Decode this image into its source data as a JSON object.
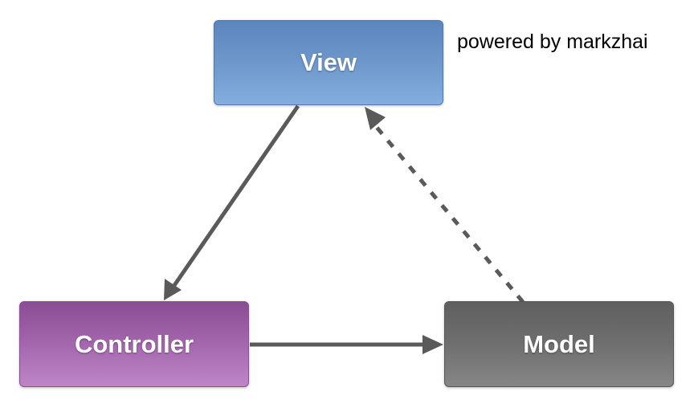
{
  "nodes": {
    "view": {
      "label": "View"
    },
    "controller": {
      "label": "Controller"
    },
    "model": {
      "label": "Model"
    }
  },
  "credit": "powered by markzhai",
  "colors": {
    "view": "#6e97cb",
    "controller": "#a467ae",
    "model": "#6f6f6f",
    "arrow": "#5a5a5a"
  },
  "edges": [
    {
      "from": "View",
      "to": "Controller",
      "style": "solid"
    },
    {
      "from": "Controller",
      "to": "Model",
      "style": "solid"
    },
    {
      "from": "Model",
      "to": "View",
      "style": "dashed"
    }
  ]
}
